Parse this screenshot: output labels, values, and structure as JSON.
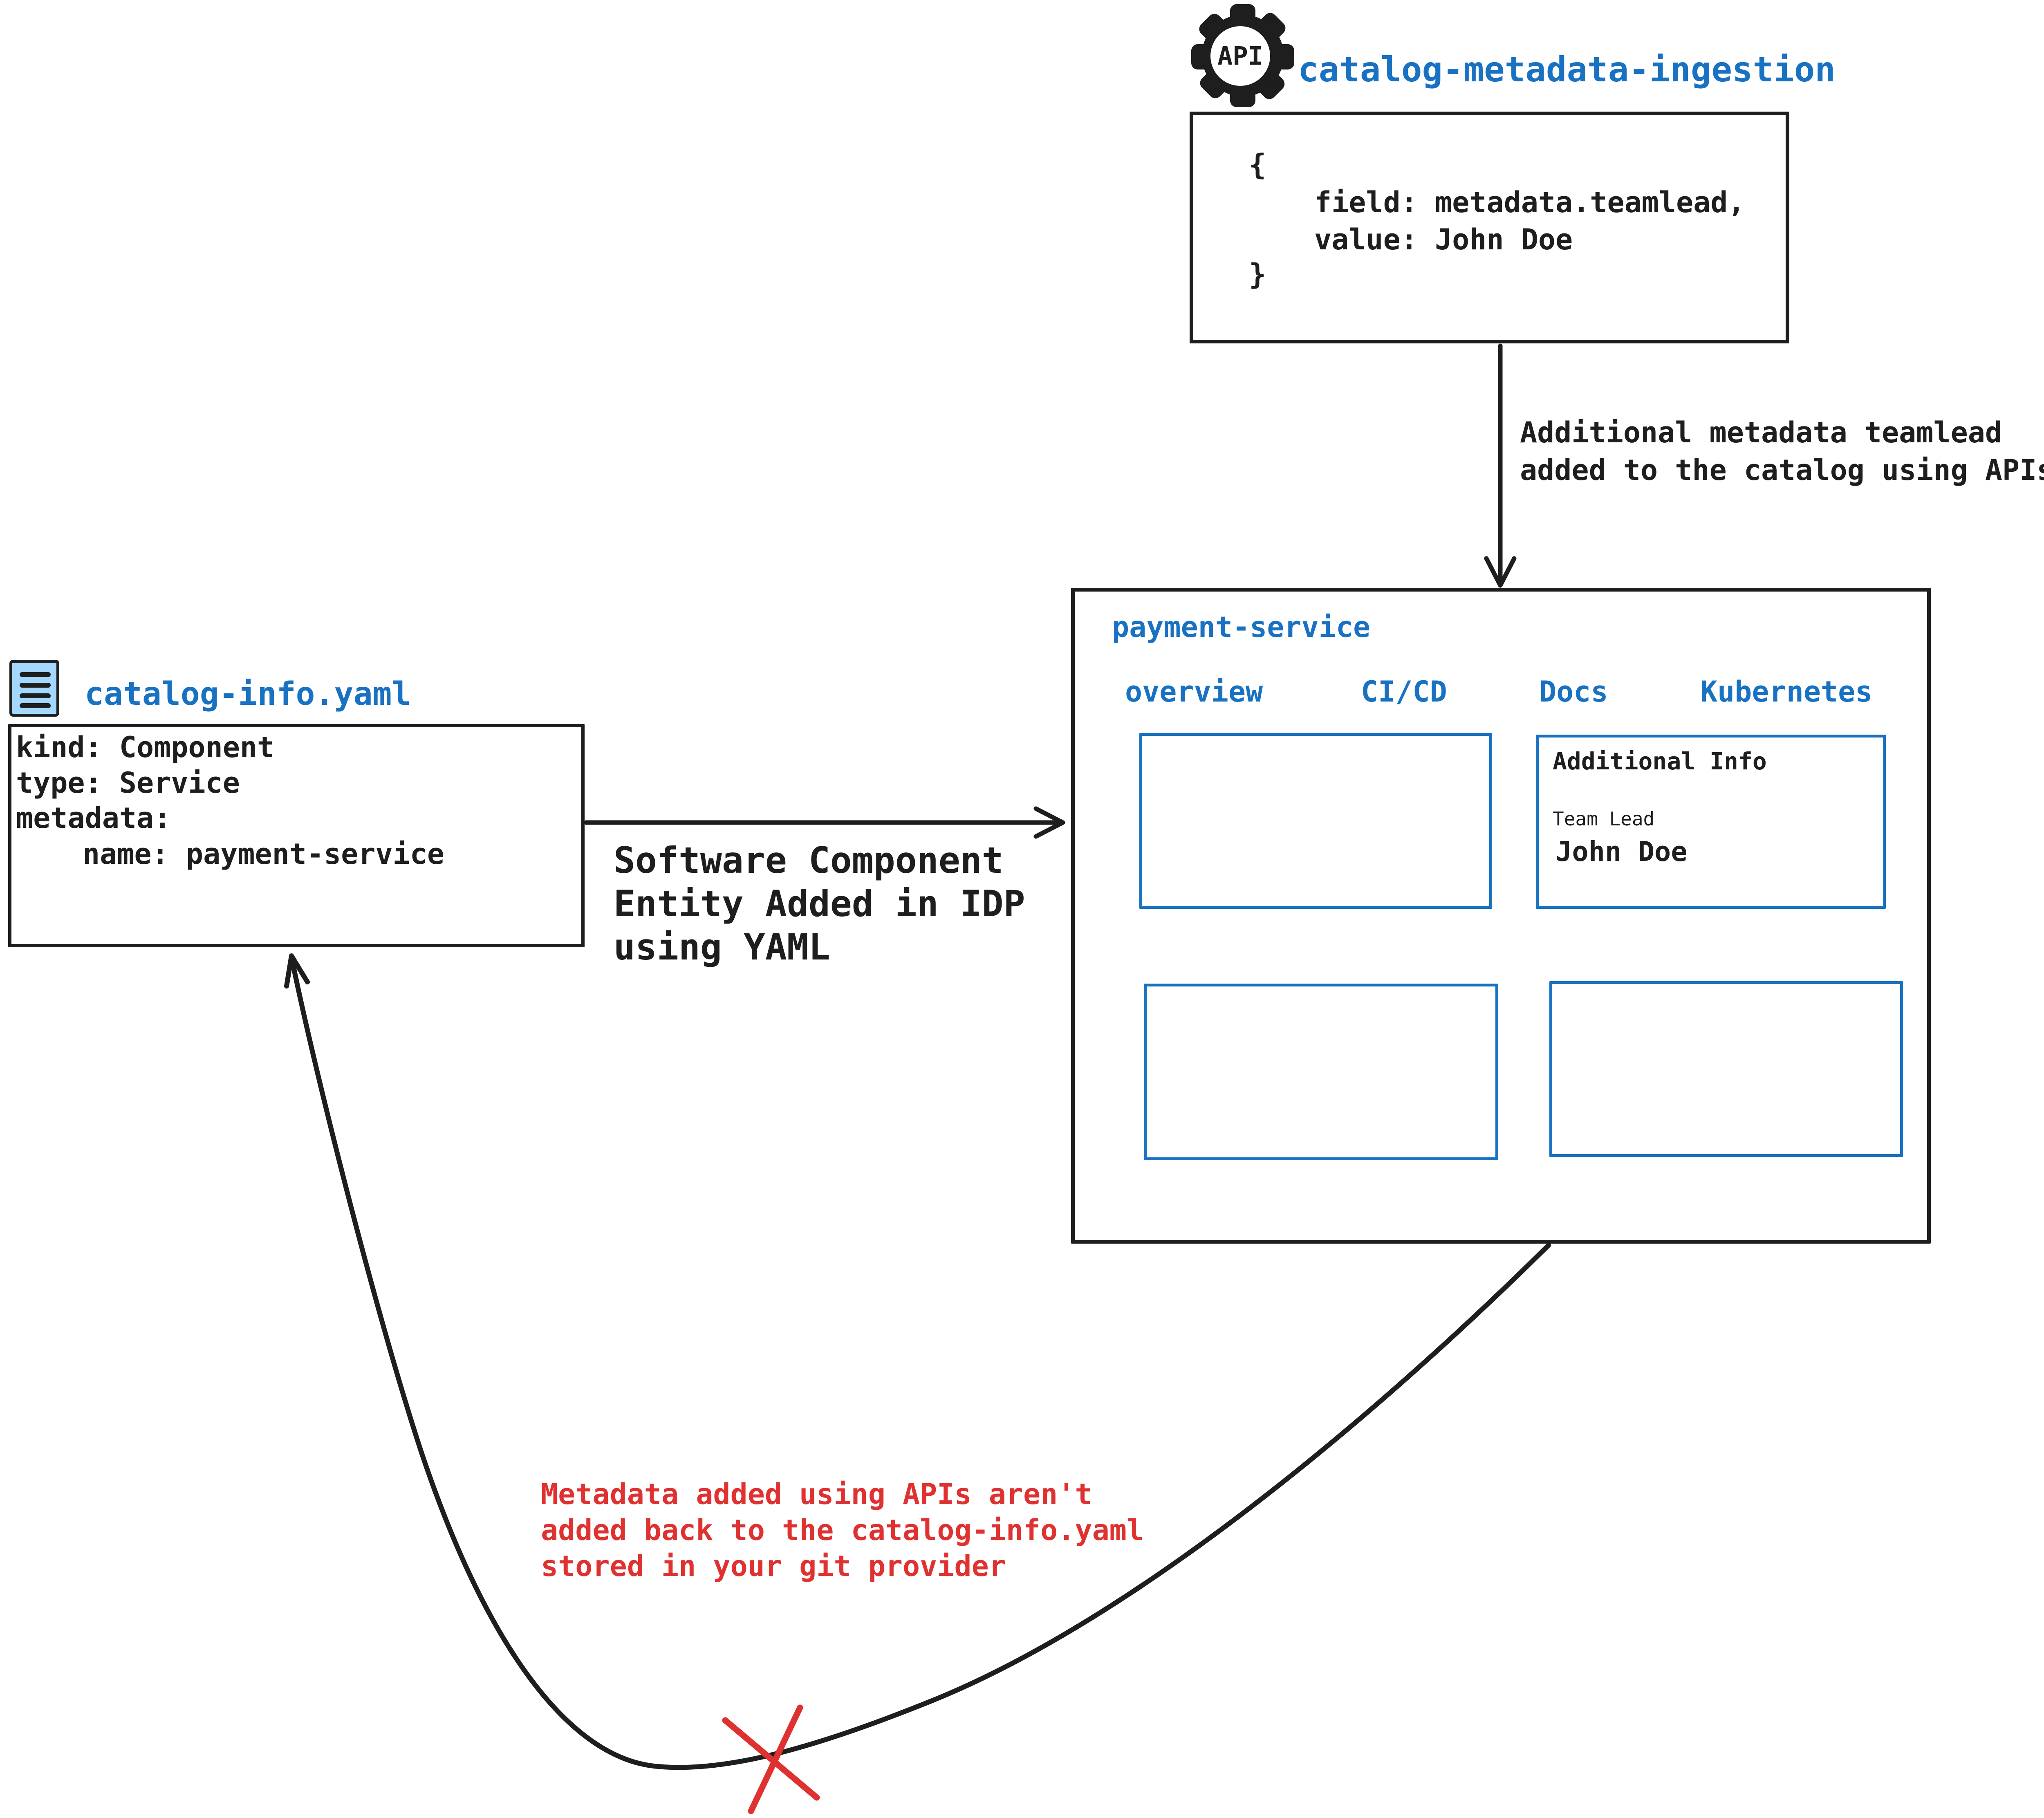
{
  "colors": {
    "blue": "#1971c2",
    "red": "#e03131",
    "black": "#1e1e1e",
    "icon_fill": "#a5d8ff"
  },
  "ingestion": {
    "icon_label": "API",
    "title": "catalog-metadata-ingestion",
    "code": [
      "{",
      "field: metadata.teamlead,",
      "value: John Doe",
      "}"
    ]
  },
  "api_arrow_label": "Additional metadata teamlead\nadded to the catalog using APIs",
  "idp": {
    "title": "payment-service",
    "tabs": [
      "overview",
      "CI/CD",
      "Docs",
      "Kubernetes"
    ],
    "additional_info": {
      "heading": "Additional Info",
      "field_label": "Team Lead",
      "field_value": "John Doe"
    }
  },
  "yaml_file": {
    "title": "catalog-info.yaml",
    "lines": [
      "kind: Component",
      "type: Service",
      "metadata:",
      "name: payment-service"
    ]
  },
  "yaml_arrow_label": "Software Component\nEntity Added in IDP\nusing YAML",
  "warning": "Metadata added using APIs aren't\nadded back to the catalog-info.yaml\nstored in your git provider"
}
